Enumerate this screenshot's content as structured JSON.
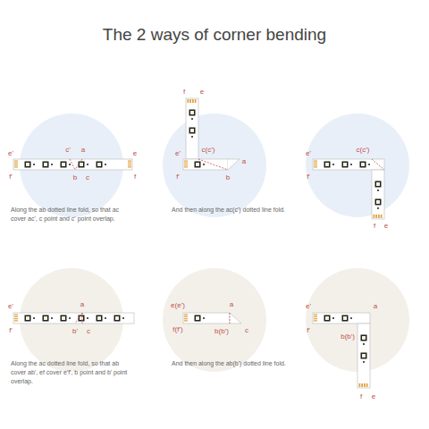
{
  "diagram": {
    "title": "The 2 ways of corner bending",
    "labels": [
      "e'",
      "f'",
      "c'",
      "a",
      "b",
      "c",
      "e",
      "f",
      "Along the ab dotted line fold, so that ac cover ac', c point and c' point overlap.",
      "f",
      "e",
      "e'",
      "f'",
      "c(c')",
      "a",
      "b",
      "And then along the ac(c') dotted line fold.",
      "e'",
      "f'",
      "c(c')",
      "f",
      "e",
      "e'",
      "f'",
      "a",
      "b'",
      "c",
      "Along the ac dotted line fold, so that ab cover ab', ef cover e'f', b point and b' point overlap.",
      "e(e')",
      "f(f')",
      "b(b')",
      "a",
      "c",
      "And then along the ab(b') dotted line fold.",
      "e'",
      "f'",
      "a",
      "b(b')",
      "f",
      "e"
    ]
  }
}
